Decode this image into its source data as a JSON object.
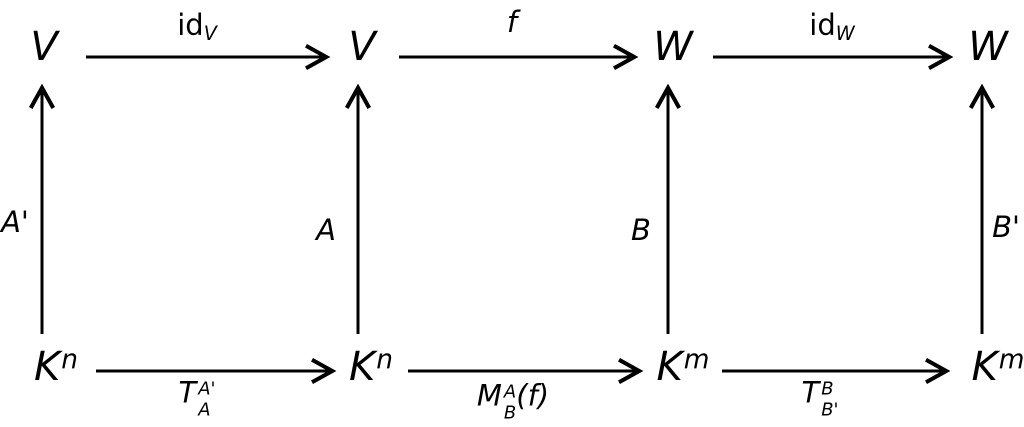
{
  "diagram": {
    "background_color": "#ffffff",
    "ink_color": "#000000",
    "nodes": {
      "v1": {
        "base": "V"
      },
      "v2": {
        "base": "V"
      },
      "w1": {
        "base": "W"
      },
      "w2": {
        "base": "W"
      },
      "kn1": {
        "base": "K",
        "sup": "n"
      },
      "kn2": {
        "base": "K",
        "sup": "n"
      },
      "km1": {
        "base": "K",
        "sup": "m"
      },
      "km2": {
        "base": "K",
        "sup": "m"
      }
    },
    "arrow_labels": {
      "top_left": {
        "base": "id",
        "sub": "V"
      },
      "top_middle": {
        "base": "f"
      },
      "top_right": {
        "base": "id",
        "sub": "W"
      },
      "bottom_left": {
        "base": "T",
        "sup": "A'",
        "sub": "A"
      },
      "bottom_middle": {
        "base": "M",
        "sup": "A",
        "sub": "B",
        "suffix": "(f)"
      },
      "bottom_right": {
        "base": "T",
        "sup": "B",
        "sub": "B'"
      },
      "vertical_left": {
        "label": "A'"
      },
      "vertical_midleft": {
        "label": "A"
      },
      "vertical_midright": {
        "label": "B"
      },
      "vertical_right": {
        "label": "B'"
      }
    }
  }
}
